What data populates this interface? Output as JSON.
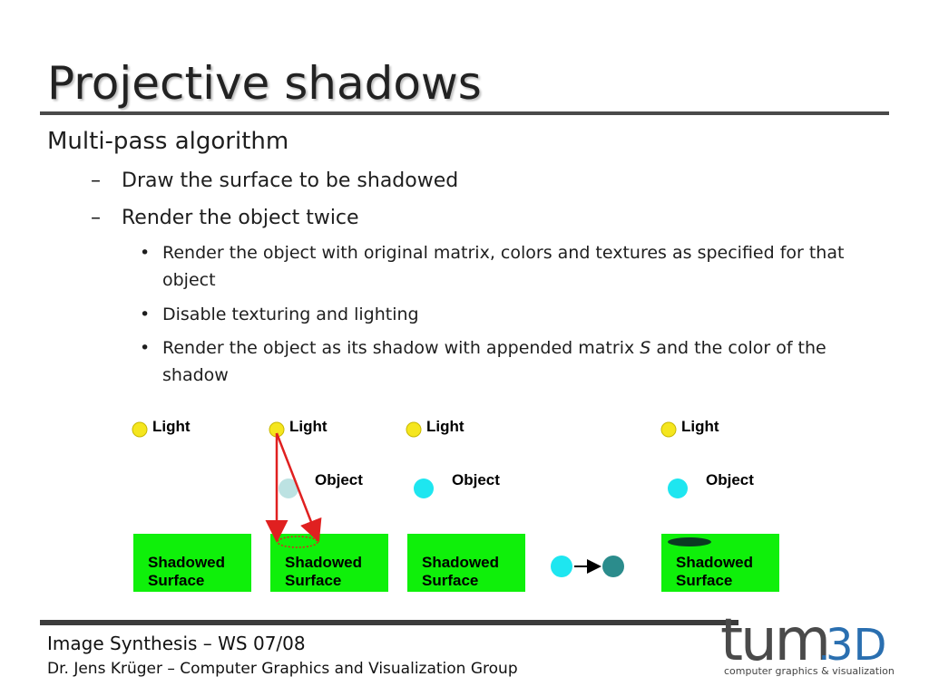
{
  "slide": {
    "title": "Projective shadows",
    "heading": "Multi-pass algorithm",
    "dash_glyph": "–",
    "bullet_glyph": "•",
    "steps": [
      "Draw the surface to be shadowed",
      "Render the object twice"
    ],
    "substeps": [
      {
        "text": "Render the object with original matrix, colors and textures as specified for that object"
      },
      {
        "text": "Disable texturing and lighting"
      },
      {
        "before": "Render the object as its shadow with appended matrix ",
        "italic": "S",
        "after": " and the color of the shadow"
      }
    ]
  },
  "diagram": {
    "light_label": "Light",
    "object_label": "Object",
    "surface_line1": "Shadowed",
    "surface_line2": "Surface",
    "colors": {
      "surface": "#0ff00a",
      "light": "#f5e61e",
      "object": "#1ee6f0",
      "object_dark": "#2b8c8c",
      "arrow": "#e02020",
      "shadow": "#0b3a22"
    }
  },
  "footer": {
    "course": "Image Synthesis – WS 07/08",
    "author": "Dr. Jens Krüger – Computer Graphics and Visualization Group"
  },
  "logo": {
    "mark": "tum",
    "suffix": "3D",
    "dot": ".",
    "tagline": "computer graphics & visualization"
  }
}
